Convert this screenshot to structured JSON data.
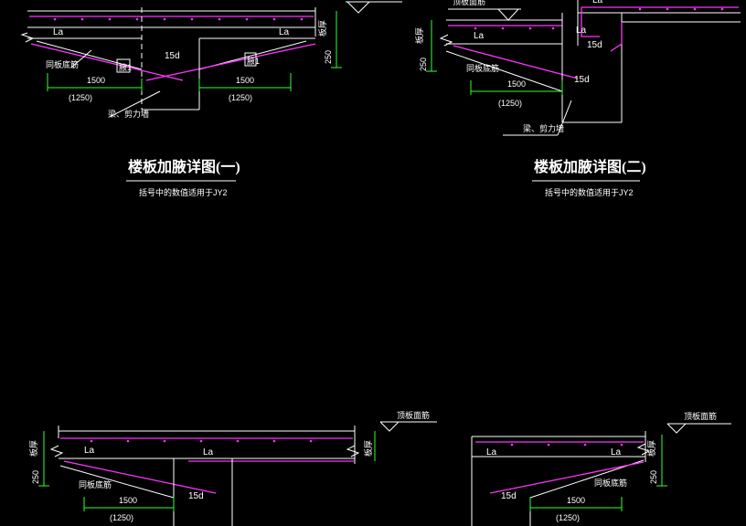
{
  "labels": {
    "la": "La",
    "d15": "15d",
    "dim1500": "1500",
    "dim1250": "(1250)",
    "dim250": "250",
    "bottom_rebar": "同板底筋",
    "haunch": "腋1",
    "beam_wall": "梁、剪力墙",
    "top_hint": "顶板面筋",
    "slab_thk": "板厚"
  },
  "detail1": {
    "title": "楼板加腋详图(一)",
    "note": "括号中的数值适用于JY2"
  },
  "detail2": {
    "title": "楼板加腋详图(二)",
    "note": "括号中的数值适用于JY2"
  },
  "colors": {
    "background": "#000000",
    "lines": "#ffffff",
    "rebar": "#ff33ff",
    "dimension": "#33ff33"
  }
}
